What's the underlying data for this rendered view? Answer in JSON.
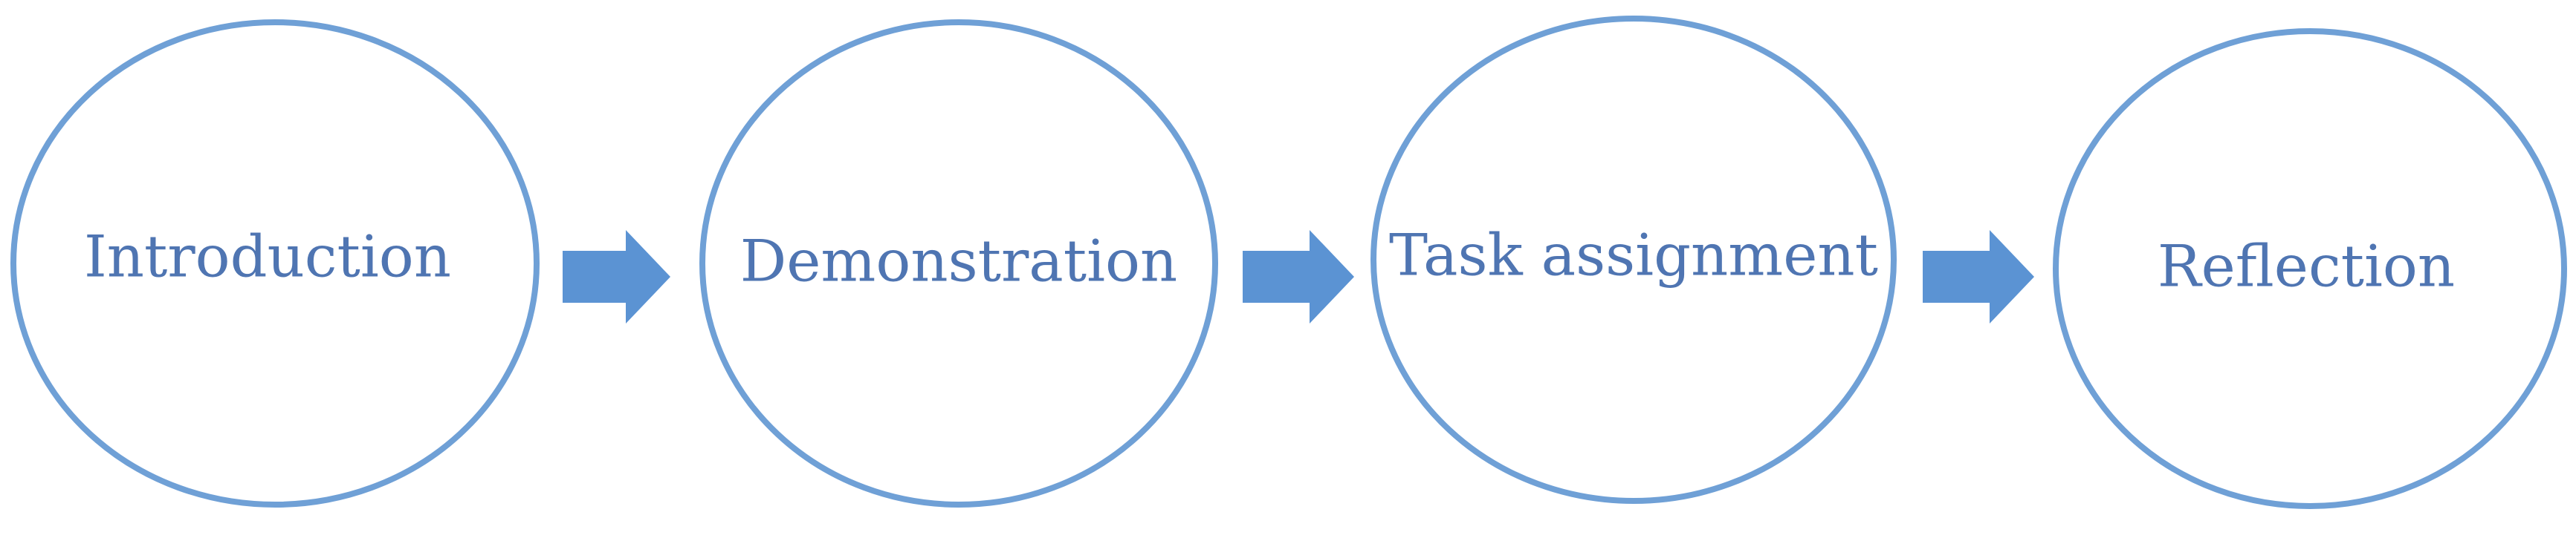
{
  "diagram": {
    "type": "process-flow",
    "stages": [
      {
        "id": "introduction",
        "label": "Introduction"
      },
      {
        "id": "demonstration",
        "label": "Demonstration"
      },
      {
        "id": "task-assignment",
        "label": "Task assignment"
      },
      {
        "id": "reflection",
        "label": "Reflection"
      }
    ],
    "colors": {
      "circle_stroke": "#6fa0d6",
      "arrow_fill": "#5b93d3",
      "text": "#4f75b2",
      "background": "#ffffff"
    },
    "connector_icon": "right-arrow-icon"
  }
}
